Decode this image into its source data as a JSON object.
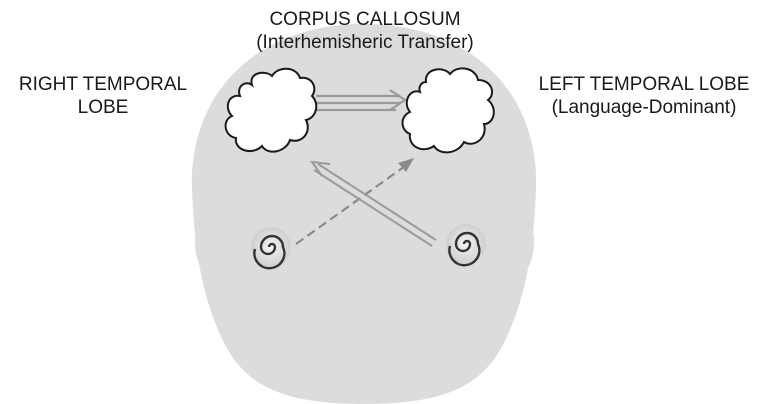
{
  "labels": {
    "corpus_title": "CORPUS CALLOSUM",
    "corpus_subtitle": "(Interhemisheric Transfer)",
    "right_line1": "RIGHT TEMPORAL",
    "right_line2": "LOBE",
    "left_line1": "LEFT TEMPORAL LOBE",
    "left_line2": "(Language-Dominant)"
  },
  "icons": {
    "head": "head-silhouette-icon",
    "right_lobe": "brain-lobe-cloud-icon",
    "left_lobe": "brain-lobe-cloud-icon",
    "left_ear": "ear-swirl-icon",
    "right_ear": "ear-swirl-icon"
  },
  "colors": {
    "head_fill": "#dcdcdc",
    "lobe_fill": "#ffffff",
    "outline": "#1a1a1a",
    "arrow_solid": "#9a9a9a",
    "arrow_dashed": "#8a8a8a"
  }
}
